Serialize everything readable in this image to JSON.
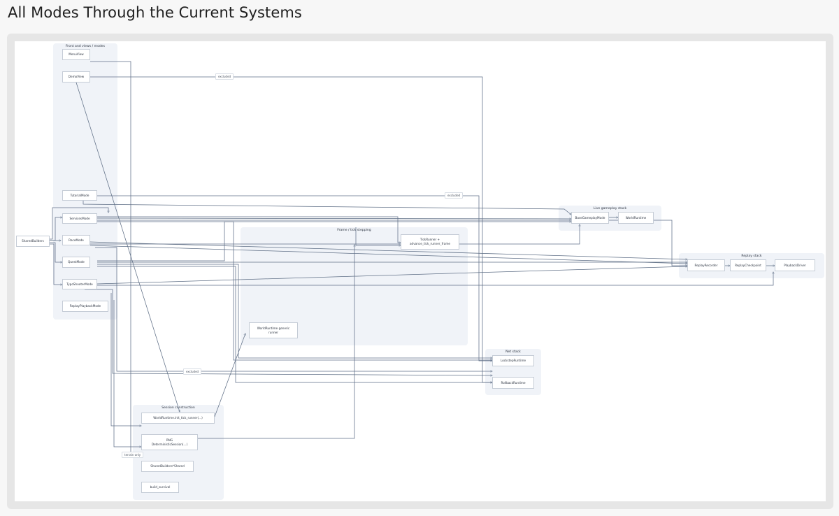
{
  "page": {
    "title": "All Modes Through the Current Systems"
  },
  "clusters": {
    "front": "Front and views / modes",
    "frame": "Frame / tick stepping",
    "session": "Session construction",
    "live": "Live gameplay stack",
    "replay": "Replay stack",
    "net": "Net stack"
  },
  "nodes": {
    "menu_view": "MenuView",
    "demo_view": "DemoView",
    "tutorial_mode": "TutorialMode",
    "services_mode": "ServicesMode",
    "race_mode": "RaceMode",
    "quest_mode": "QuestMode",
    "typo_shooter_mode": "TypoShooterMode",
    "replay_playback_mode": "ReplayPlaybackMode",
    "shared_builders": "SharedBuilders",
    "tick_runner": "TickRunner +\nadvance_tick_runner_frame",
    "world_runtime_generic": "WorldRuntime generic\nrunner",
    "base_gameplay_mode": "BaseGameplayMode",
    "world_runtime_live": "WorldRuntime",
    "replay_recorder": "ReplayRecorder",
    "replay_checkpoint": "ReplayCheckpoint",
    "playback_driver": "PlaybackDriver",
    "lockstep_runtime": "LockstepRuntime",
    "rollback_runtime": "RollbackRuntime",
    "world_runtime_init": "WorldRuntime.init_tick_runner(...)",
    "rng_deterministic": "RNG\nDeterministicSession(...)",
    "shared_builders_shared": "SharedBuilders*Shared",
    "build_survival": "build_survival"
  },
  "edge_labels": {
    "excluded_top": "excluded",
    "excluded_mid": "excluded",
    "excluded_bottom": "excluded",
    "terrain_only": "terrain only"
  }
}
